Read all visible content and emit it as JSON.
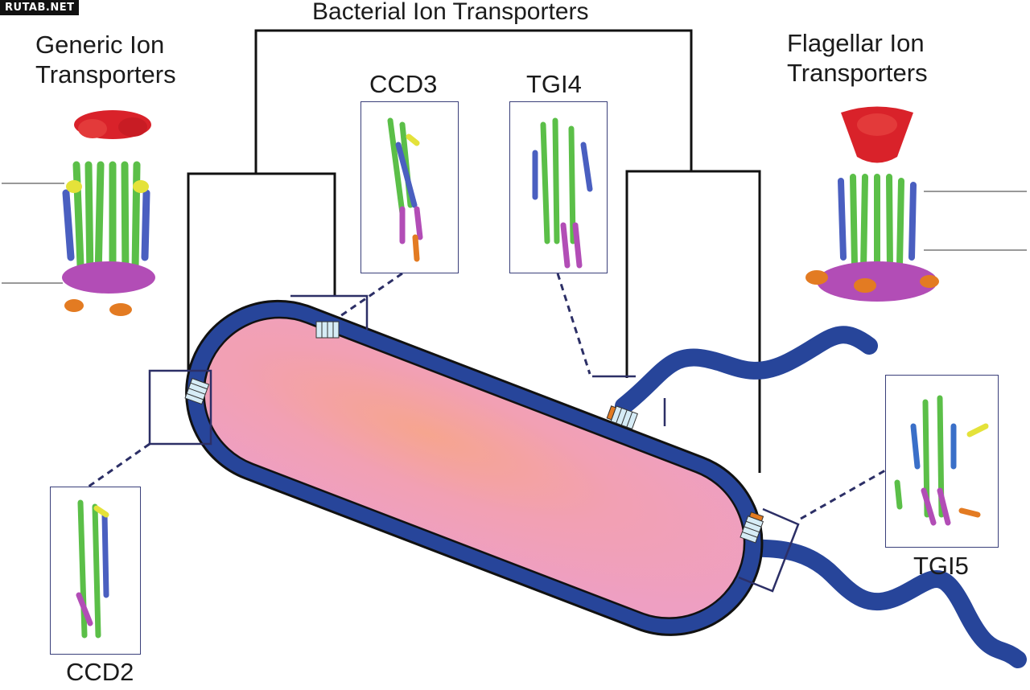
{
  "watermark": "RUTAB.NET",
  "title": "Bacterial Ion Transporters",
  "groups": {
    "generic": "Generic Ion\nTransporters",
    "flagellar": "Flagellar Ion\nTransporters"
  },
  "transporters": [
    {
      "id": "ccd3",
      "label": "CCD3"
    },
    {
      "id": "tgi4",
      "label": "TGI4"
    },
    {
      "id": "ccd2",
      "label": "CCD2"
    },
    {
      "id": "tgi5",
      "label": "TGI5"
    }
  ],
  "colors": {
    "membrane": "#27459a",
    "cytoplasm": "#f2a1b0",
    "frame": "#2c2f66",
    "helix_green": "#5bbf48",
    "helix_blue": "#4a5fc0",
    "helix_magenta": "#b24db6",
    "helix_red": "#d9222a",
    "helix_orange": "#e37b22",
    "helix_yellow": "#e4e23a"
  }
}
